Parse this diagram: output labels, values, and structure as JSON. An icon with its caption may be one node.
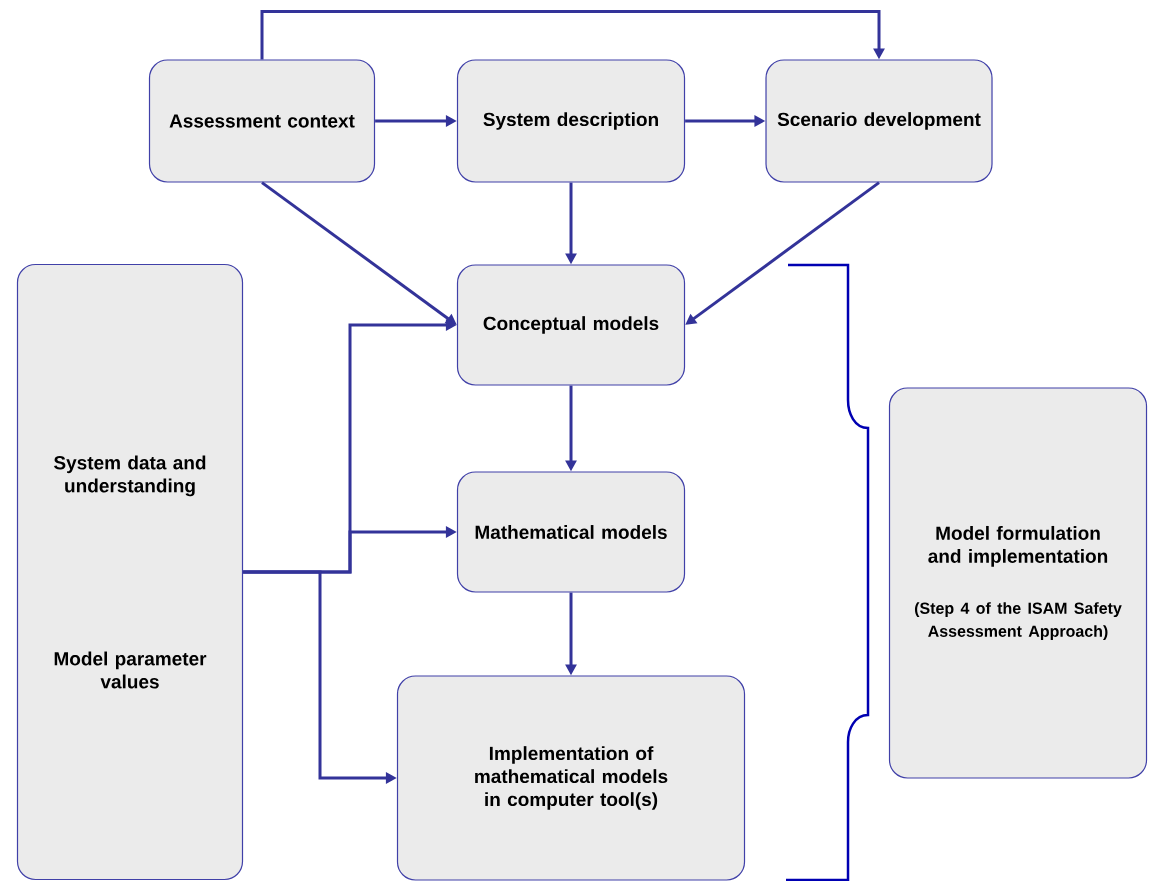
{
  "diagram": {
    "nodes": [
      {
        "text": [
          "Assessment context"
        ]
      },
      {
        "text": [
          "System description"
        ]
      },
      {
        "text": [
          "Scenario development"
        ]
      },
      {
        "text": [
          "Conceptual models"
        ]
      },
      {
        "text": [
          "Mathematical models"
        ]
      },
      {
        "text": [
          "Implementation of mathematical models in computer tool(s)"
        ]
      },
      {
        "text": [
          "System data and understanding",
          "Model parameter values"
        ]
      },
      {
        "text": [
          "Model formulation and implementation",
          "(Step 4 of the ISAM Safety Assessment Approach)"
        ]
      }
    ],
    "edges": [
      {
        "from": 0,
        "to": 1,
        "arrow": "to"
      },
      {
        "from": 1,
        "to": 2,
        "arrow": "to"
      },
      {
        "from": 0,
        "to": 2,
        "arrow": "to"
      },
      {
        "from": 0,
        "to": 3,
        "arrow": "to"
      },
      {
        "from": 1,
        "to": 3,
        "arrow": "to"
      },
      {
        "from": 2,
        "to": 3,
        "arrow": "to"
      },
      {
        "from": 3,
        "to": 4,
        "arrow": "to"
      },
      {
        "from": 4,
        "to": 5,
        "arrow": "to"
      },
      {
        "from": 6,
        "to": 3,
        "arrow": "to"
      },
      {
        "from": 6,
        "to": 4,
        "arrow": "to"
      },
      {
        "from": 6,
        "to": 5,
        "arrow": "to"
      }
    ]
  }
}
